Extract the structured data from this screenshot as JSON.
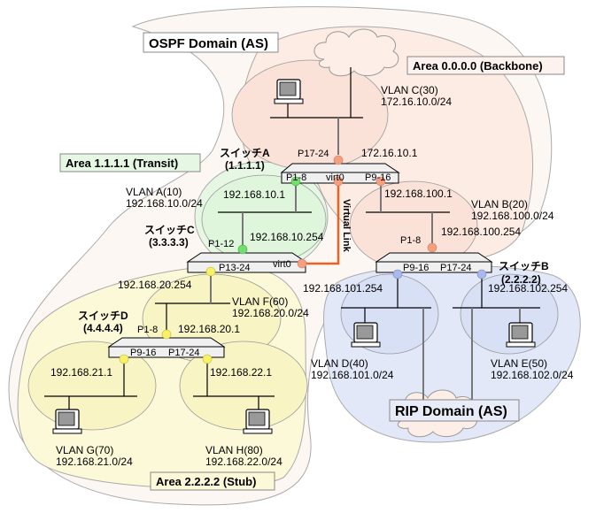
{
  "colors": {
    "ospf_domain": "#fdf6f2",
    "backbone": "#fde8e0",
    "transit": "#e4f8e2",
    "stub": "#fbf9d8",
    "rip": "#e2e8f8",
    "port_orange": "#f4a07c",
    "port_green": "#72de6e",
    "port_yellow": "#f7f163",
    "port_blue": "#a8b8f0",
    "virtual_link": "#f06020"
  },
  "areas": {
    "ospf": "OSPF Domain (AS)",
    "backbone": "Area 0.0.0.0 (Backbone)",
    "transit": "Area 1.1.1.1 (Transit)",
    "stub": "Area 2.2.2.2 (Stub)",
    "rip": "RIP Domain (AS)"
  },
  "virtual_link": "Virtual Link",
  "switches": {
    "a": {
      "name": "スイッチA",
      "id": "(1.1.1.1)",
      "ports": [
        "P17-24",
        "P1-8",
        "virt0",
        "P9-16"
      ]
    },
    "b": {
      "name": "スイッチB",
      "id": "(2.2.2.2)",
      "ports": [
        "P1-8",
        "P9-16",
        "P17-24"
      ]
    },
    "c": {
      "name": "スイッチC",
      "id": "(3.3.3.3)",
      "ports": [
        "P1-12",
        "P13-24",
        "virt0"
      ]
    },
    "d": {
      "name": "スイッチD",
      "id": "(4.4.4.4)",
      "ports": [
        "P1-8",
        "P9-16",
        "P17-24"
      ]
    }
  },
  "vlans": {
    "a": {
      "name": "VLAN A(10)",
      "net": "192.168.10.0/24"
    },
    "b": {
      "name": "VLAN B(20)",
      "net": "192.168.100.0/24"
    },
    "c": {
      "name": "VLAN C(30)",
      "net": "172.16.10.0/24"
    },
    "d": {
      "name": "VLAN D(40)",
      "net": "192.168.101.0/24"
    },
    "e": {
      "name": "VLAN E(50)",
      "net": "192.168.102.0/24"
    },
    "f": {
      "name": "VLAN F(60)",
      "net": "192.168.20.0/24"
    },
    "g": {
      "name": "VLAN G(70)",
      "net": "192.168.21.0/24"
    },
    "h": {
      "name": "VLAN H(80)",
      "net": "192.168.22.0/24"
    }
  },
  "ips": {
    "a_c": "172.16.10.1",
    "a_vlan_a": "192.168.10.1",
    "a_vlan_b": "192.168.100.1",
    "c_vlan_a": "192.168.10.254",
    "b_vlan_b": "192.168.100.254",
    "c_vlan_f": "192.168.20.254",
    "d_vlan_f": "192.168.20.1",
    "b_vlan_d": "192.168.101.254",
    "b_vlan_e": "192.168.102.254",
    "d_vlan_g": "192.168.21.1",
    "d_vlan_h": "192.168.22.1"
  }
}
